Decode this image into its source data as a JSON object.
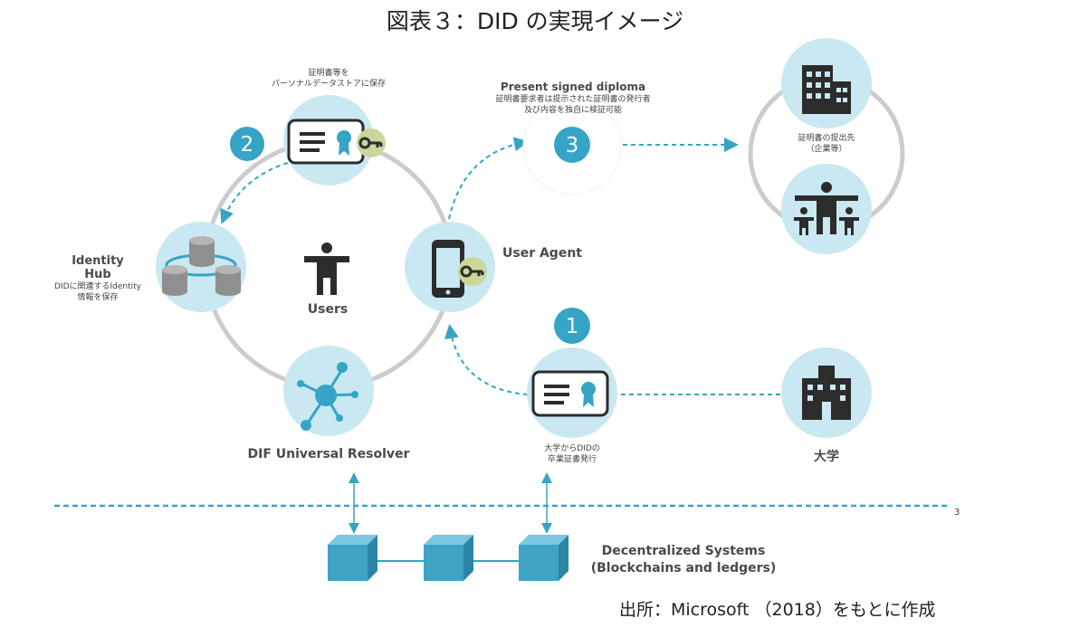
{
  "title": "図表３：DID の実現イメージ",
  "source": "出所：Microsoft （2018）をもとに作成",
  "page_number": "3",
  "steps": {
    "one": "1",
    "two": "2",
    "three": "3"
  },
  "nodes": {
    "credential_store": {
      "caption_line1": "証明書等を",
      "caption_line2": "パーソナルデータストアに保存"
    },
    "present": {
      "heading": "Present signed diploma",
      "line1": "証明書要求者は提示された証明書の発行者",
      "line2": "及び内容を独自に検証可能"
    },
    "submit_target": {
      "line1": "証明書の提出先",
      "line2": "（企業等）"
    },
    "identity_hub": {
      "heading_line1": "Identity",
      "heading_line2": "Hub",
      "line1": "DIDに関連するIdentity",
      "line2": "情報を保存"
    },
    "users": {
      "label": "Users"
    },
    "user_agent": {
      "label": "User Agent"
    },
    "resolver": {
      "label": "DIF Universal Resolver"
    },
    "issue": {
      "line1": "大学からDIDの",
      "line2": "卒業証書発行"
    },
    "university": {
      "label": "大学"
    },
    "decentralized": {
      "line1": "Decentralized Systems",
      "line2": "(Blockchains and ledgers)"
    }
  },
  "colors": {
    "circle_fill": "#c9e8f2",
    "accent": "#36a4c6",
    "dark_icon": "#2c2c2c",
    "ring": "#cccccc",
    "cube_front": "#3ea3c5",
    "cube_top": "#7cc7e0",
    "cube_side": "#2a86a6",
    "key_fill": "#c9d79a"
  }
}
